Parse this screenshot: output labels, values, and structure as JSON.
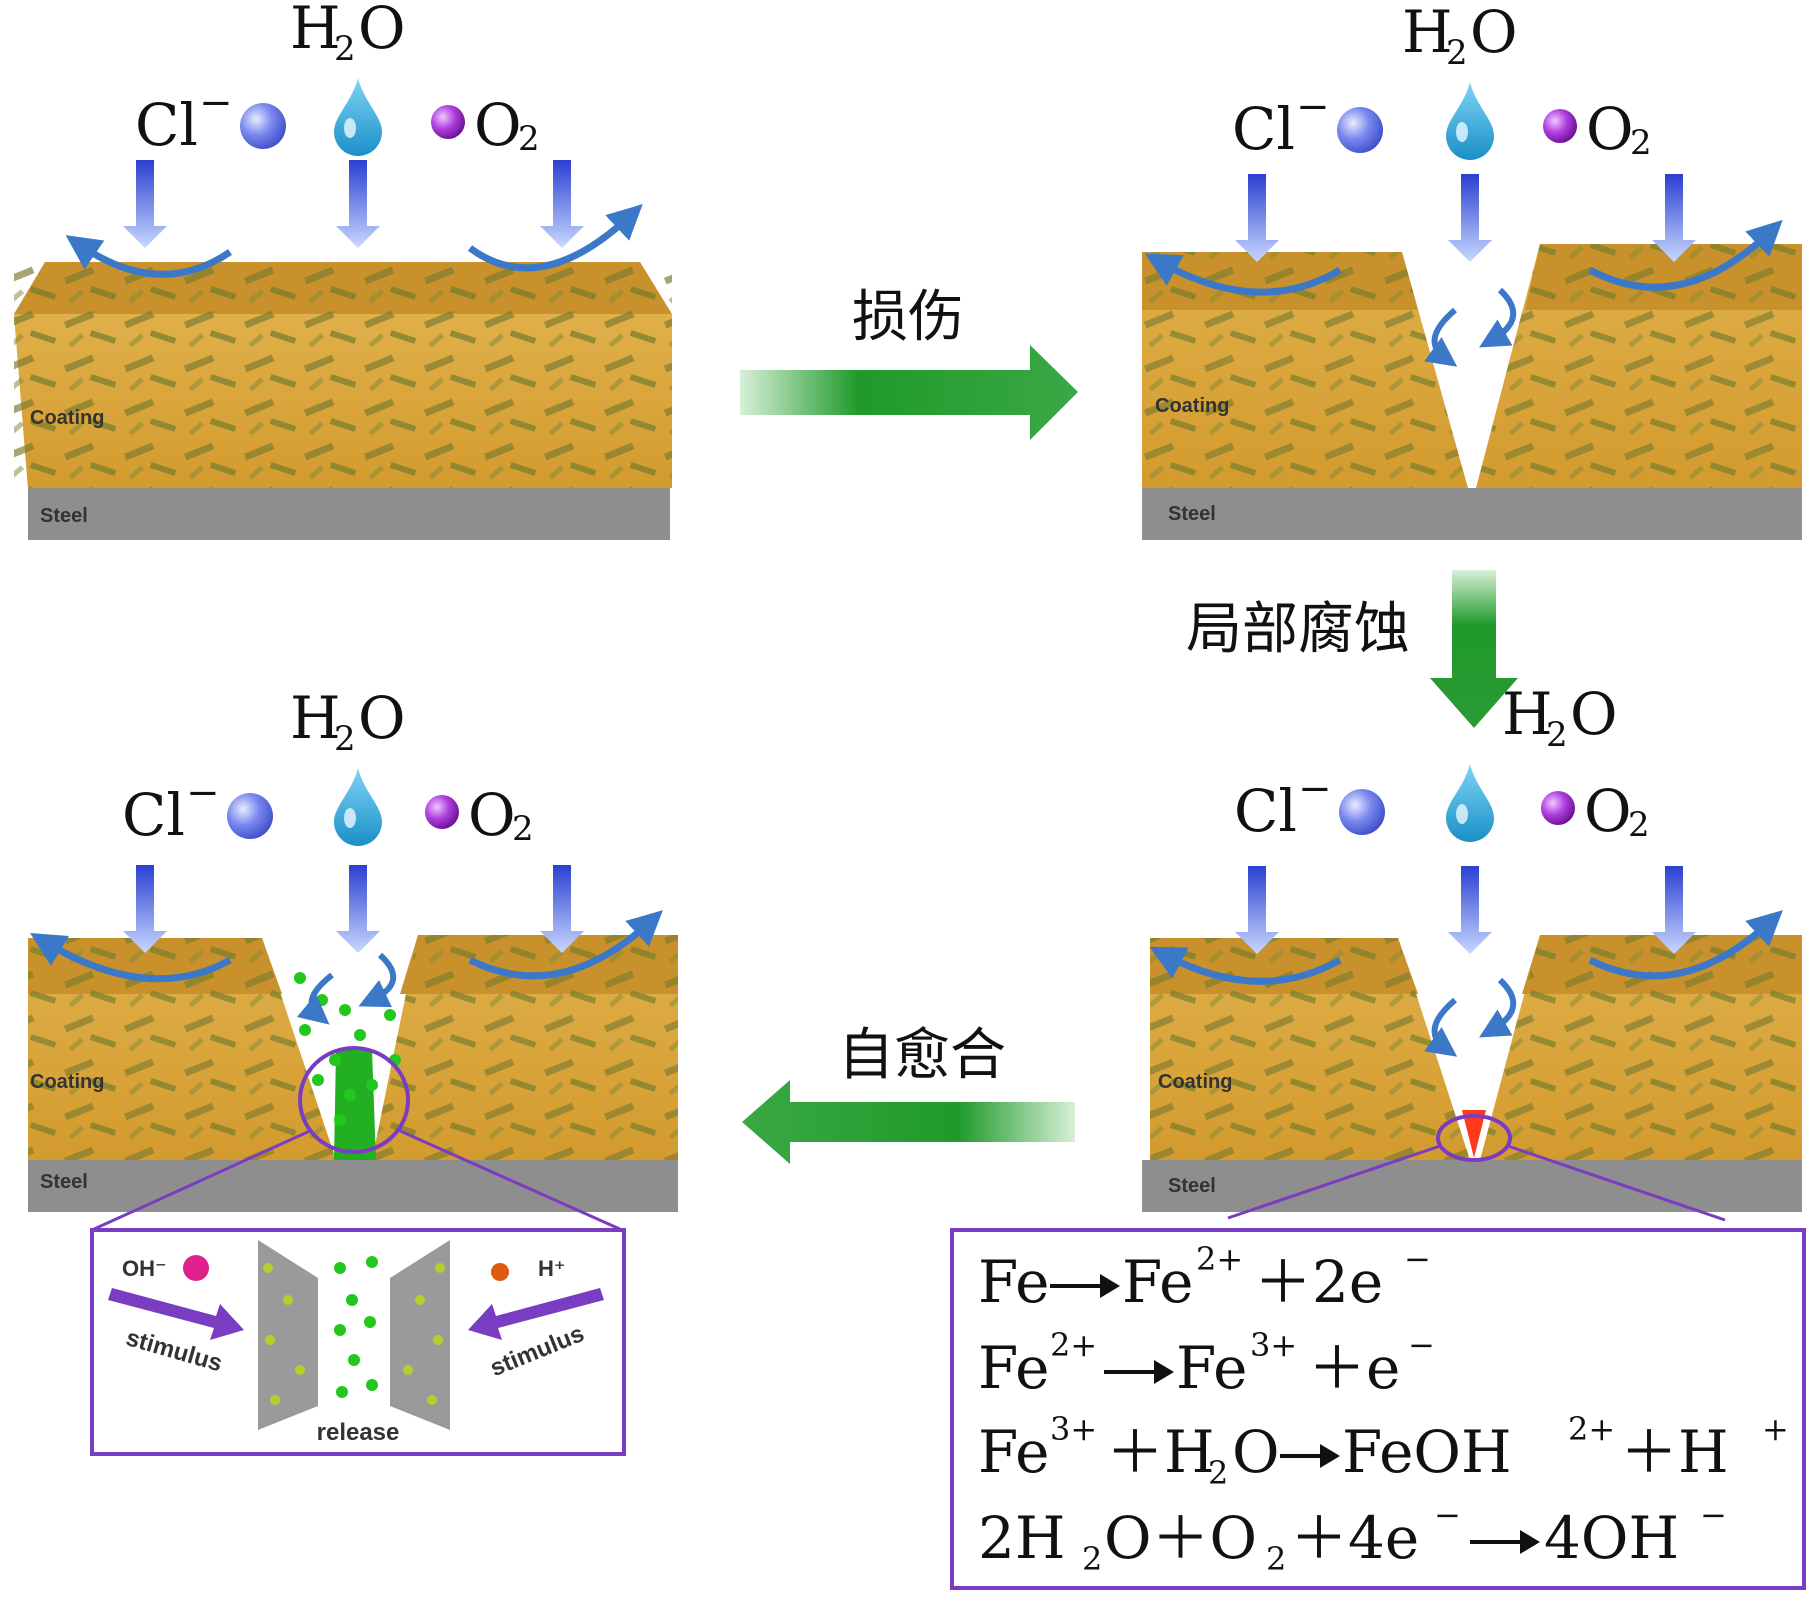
{
  "species": {
    "water_main": "H",
    "water_sub": "2",
    "water_tail": "O",
    "chloride_main": "Cl",
    "chloride_sup": "−",
    "oxygen_main": "O",
    "oxygen_sub": "2"
  },
  "layers": {
    "coating": "Coating",
    "steel": "Steel"
  },
  "steps": {
    "damage": "损伤",
    "local_corrosion": "局部腐蚀",
    "self_healing": "自愈合"
  },
  "inset": {
    "oh": "OH⁻",
    "h": "H⁺",
    "stimulus_left": "stimulus",
    "stimulus_right": "stimulus",
    "release": "release"
  },
  "reactions": {
    "r1_a": "Fe",
    "r1_b": "Fe",
    "r1_b_sup": "2+",
    "r1_c": "＋2e",
    "r1_c_sup": "−",
    "r2_a": "Fe",
    "r2_a_sup": "2+",
    "r2_b": "Fe",
    "r2_b_sup": "3+",
    "r2_c": "＋e",
    "r2_c_sup": "−",
    "r3_a": "Fe",
    "r3_a_sup": "3+",
    "r3_b": "＋H",
    "r3_b_sub": "2",
    "r3_c": "O",
    "r3_d": "FeOH",
    "r3_d_sup": "2+",
    "r3_e": "＋H",
    "r3_e_sup": "+",
    "r4_a": "2H",
    "r4_a_sub": "2",
    "r4_b": "O＋O",
    "r4_b_sub": "2",
    "r4_c": "＋4e",
    "r4_c_sup": "−",
    "r4_d": "4OH",
    "r4_d_sup": "−"
  },
  "colors": {
    "coating": "#d9a53a",
    "coating_top": "#c7922a",
    "flake": "#7a7a30",
    "steel": "#8c8c8c",
    "green_arrow": "#1f9a2a",
    "blue_arrow": "#3a5fd8",
    "purple": "#8a4cb8",
    "water": "#2aa7e0",
    "chloride_ball": "#6f7fe8",
    "oxygen_ball": "#a030d0"
  }
}
